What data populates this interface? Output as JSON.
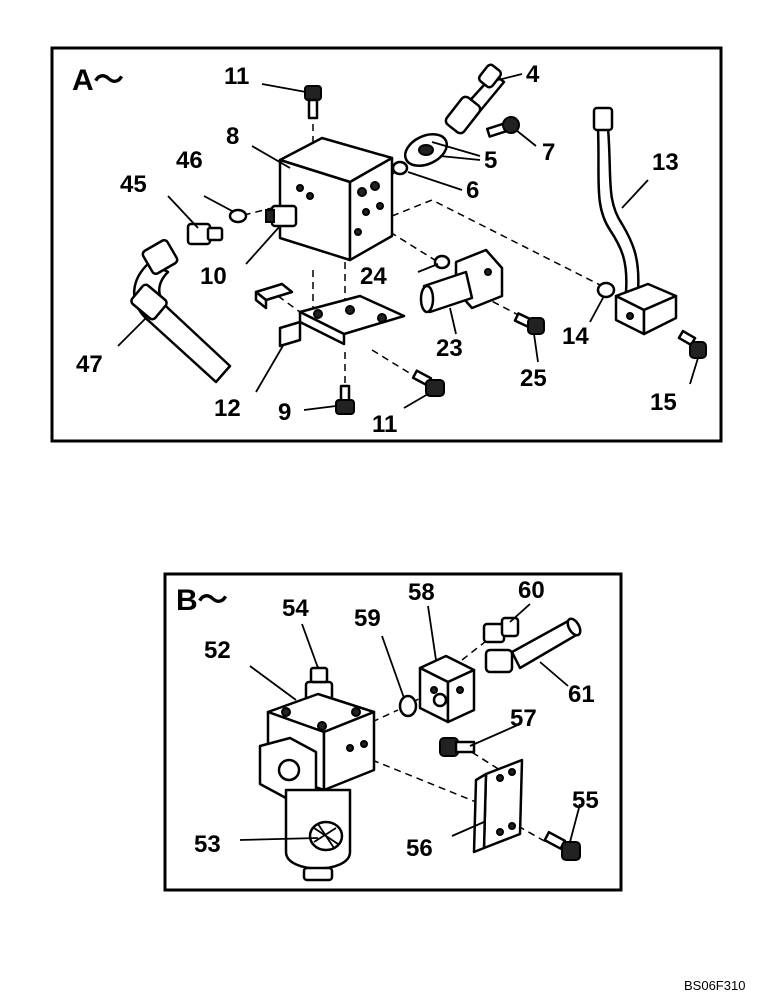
{
  "frame_a": {
    "title": "A～"
  },
  "frame_b": {
    "title": "B～"
  },
  "callouts_a": {
    "p4": "4",
    "p5": "5",
    "p6": "6",
    "p7": "7",
    "p8": "8",
    "p9": "9",
    "p10": "10",
    "p11_top": "11",
    "p11_bottom": "11",
    "p12": "12",
    "p13": "13",
    "p14": "14",
    "p15": "15",
    "p23": "23",
    "p24": "24",
    "p25": "25",
    "p45": "45",
    "p46": "46",
    "p47": "47"
  },
  "callouts_b": {
    "p52": "52",
    "p53": "53",
    "p54": "54",
    "p55": "55",
    "p56": "56",
    "p57": "57",
    "p58": "58",
    "p59": "59",
    "p60": "60",
    "p61": "61"
  },
  "drawing_code": "BS06F310"
}
